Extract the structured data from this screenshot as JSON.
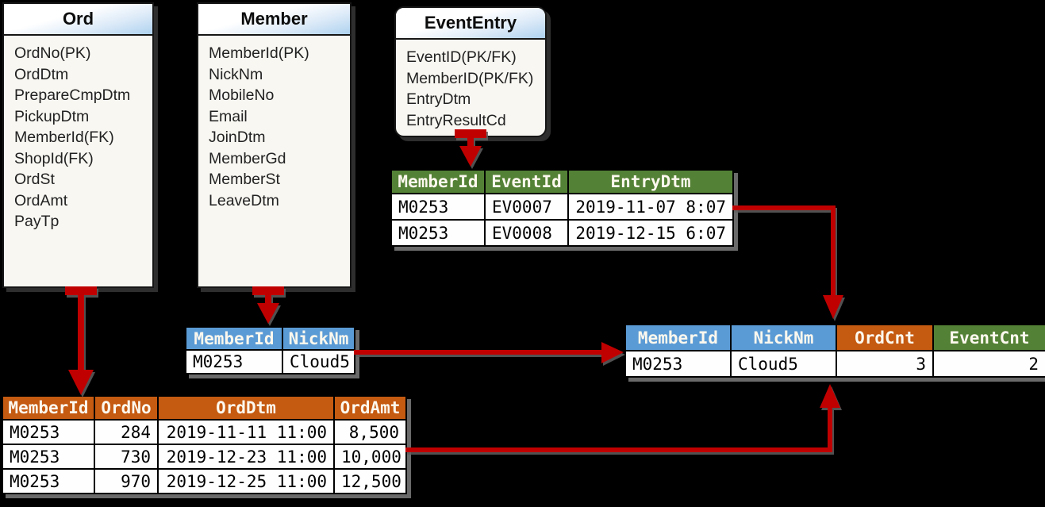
{
  "colors": {
    "background": "#000000",
    "arrow_red": "#C00000",
    "header_blue": "#5B9BD5",
    "header_green": "#538135",
    "header_orange": "#C55A11",
    "entity_fill": "#F8F7F2"
  },
  "entities": {
    "ord": {
      "title": "Ord",
      "fields": [
        "OrdNo(PK)",
        "OrdDtm",
        "PrepareCmpDtm",
        "PickupDtm",
        "MemberId(FK)",
        "ShopId(FK)",
        "OrdSt",
        "OrdAmt",
        "PayTp"
      ]
    },
    "member": {
      "title": "Member",
      "fields": [
        "MemberId(PK)",
        "NickNm",
        "MobileNo",
        "Email",
        "JoinDtm",
        "MemberGd",
        "MemberSt",
        "LeaveDtm"
      ]
    },
    "eventEntry": {
      "title": "EventEntry",
      "fields": [
        "EventID(PK/FK)",
        "MemberID(PK/FK)",
        "EntryDtm",
        "EntryResultCd"
      ]
    }
  },
  "tables": {
    "eventEntryData": {
      "headers": [
        "MemberId",
        "EventId",
        "EntryDtm"
      ],
      "rows": [
        [
          "M0253",
          "EV0007",
          "2019-11-07 8:07"
        ],
        [
          "M0253",
          "EV0008",
          "2019-12-15 6:07"
        ]
      ]
    },
    "memberData": {
      "headers": [
        "MemberId",
        "NickNm"
      ],
      "rows": [
        [
          "M0253",
          "Cloud5"
        ]
      ]
    },
    "resultData": {
      "headers": [
        "MemberId",
        "NickNm",
        "OrdCnt",
        "EventCnt"
      ],
      "rows": [
        [
          "M0253",
          "Cloud5",
          "3",
          "2"
        ]
      ]
    },
    "ordData": {
      "headers": [
        "MemberId",
        "OrdNo",
        "OrdDtm",
        "OrdAmt"
      ],
      "rows": [
        [
          "M0253",
          "284",
          "2019-11-11 11:00",
          "8,500"
        ],
        [
          "M0253",
          "730",
          "2019-12-23 11:00",
          "10,000"
        ],
        [
          "M0253",
          "970",
          "2019-12-25 11:00",
          "12,500"
        ]
      ]
    }
  }
}
